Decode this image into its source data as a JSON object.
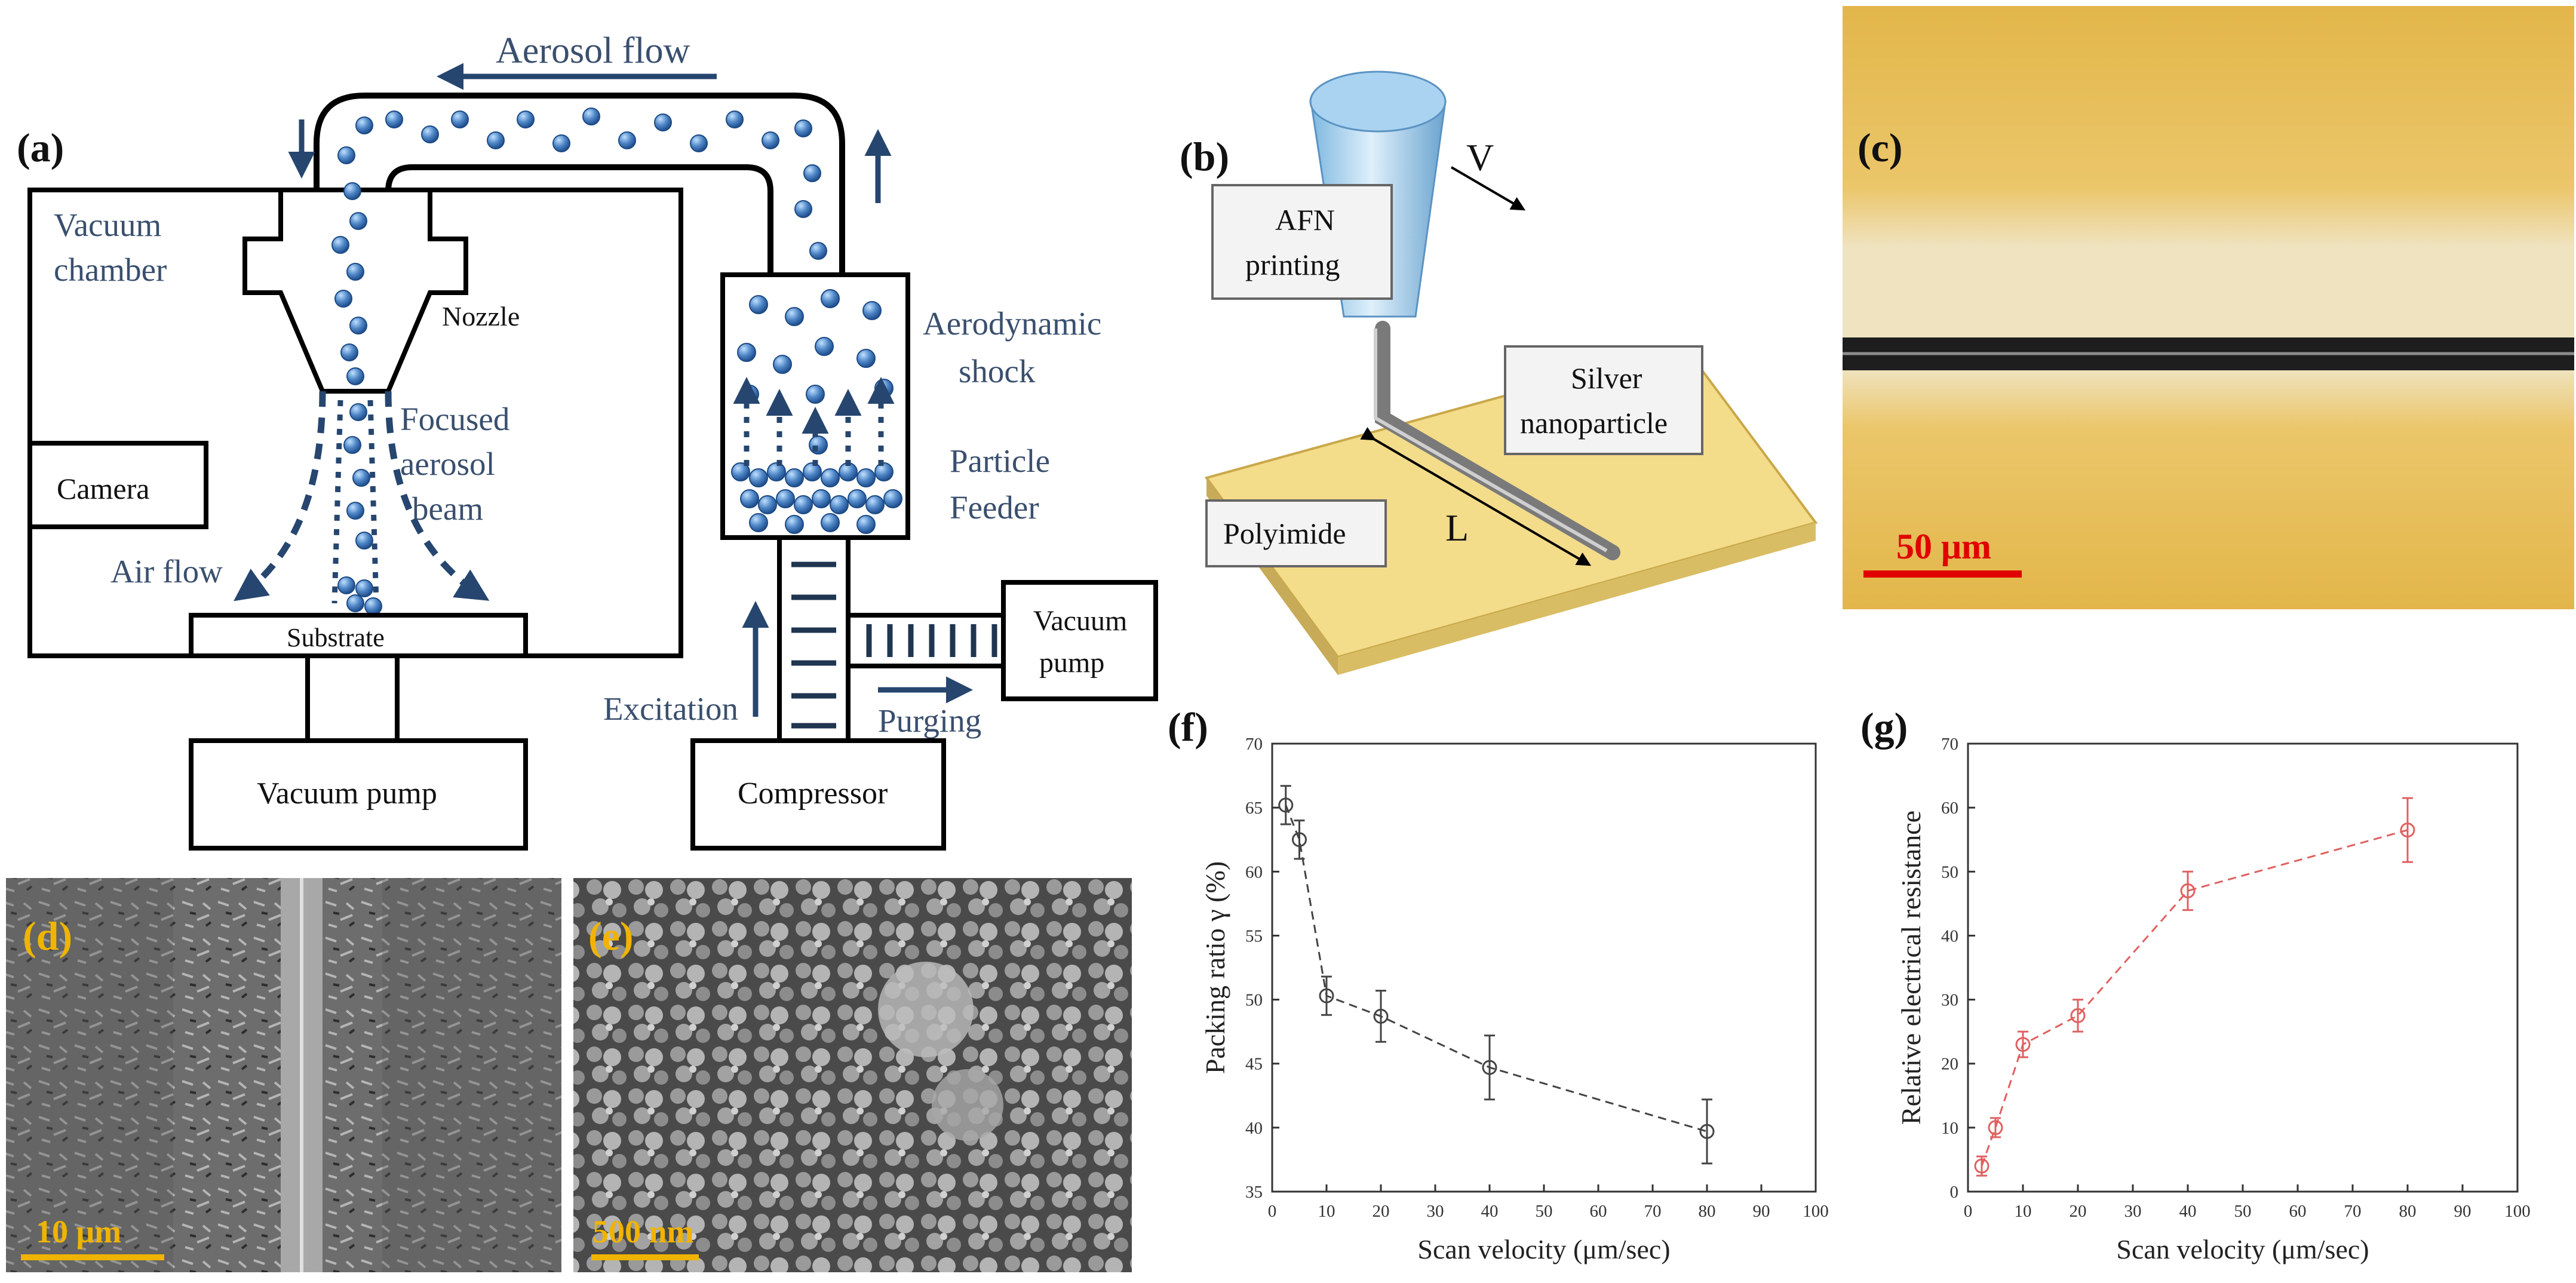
{
  "panel_a": {
    "label": "(a)",
    "aerosol_flow": "Aerosol flow",
    "vacuum_chamber_l1": "Vacuum",
    "vacuum_chamber_l2": "chamber",
    "nozzle": "Nozzle",
    "focused_l1": "Focused",
    "focused_l2": "aerosol",
    "focused_l3": "beam",
    "camera": "Camera",
    "air_flow": "Air flow",
    "substrate": "Substrate",
    "vacuum_pump_bottom": "Vacuum pump",
    "aero_shock_l1": "Aerodynamic",
    "aero_shock_l2": "shock",
    "feeder_l1": "Particle",
    "feeder_l2": "Feeder",
    "vacuum_pump_right_l1": "Vacuum",
    "vacuum_pump_right_l2": "pump",
    "excitation": "Excitation",
    "purging": "Purging",
    "compressor": "Compressor"
  },
  "panel_b": {
    "label": "(b)",
    "v": "V",
    "afn_l1": "AFN",
    "afn_l2": "printing",
    "silver_l1": "Silver",
    "silver_l2": "nanoparticle",
    "polyimide": "Polyimide",
    "l": "L"
  },
  "panel_c": {
    "label": "(c)",
    "scale": "50 μm"
  },
  "panel_d": {
    "label": "(d)",
    "scale": "10 μm"
  },
  "panel_e": {
    "label": "(e)",
    "scale": "500 nm"
  },
  "colors": {
    "diagram_blue": "#26466f",
    "particle": "#4f86c6",
    "scale_red": "#e00000",
    "scale_gold": "#f0b400",
    "series_f": "#444444",
    "series_g": "#e06060"
  },
  "chart_data": [
    {
      "panel": "(f)",
      "type": "scatter",
      "xlabel": "Scan velocity (μm/sec)",
      "ylabel": "Packing ratio γ (%)",
      "xlim": [
        0,
        100
      ],
      "ylim": [
        35,
        70
      ],
      "xticks": [
        0,
        10,
        20,
        30,
        40,
        50,
        60,
        70,
        80,
        90,
        100
      ],
      "yticks": [
        35,
        40,
        45,
        50,
        55,
        60,
        65,
        70
      ],
      "x": [
        2.5,
        5,
        10,
        20,
        40,
        80
      ],
      "y": [
        65.2,
        62.5,
        50.3,
        48.7,
        44.7,
        39.7
      ],
      "err": [
        1.5,
        1.5,
        1.5,
        2.0,
        2.5,
        2.5
      ],
      "grid": false,
      "line_style": "dashed"
    },
    {
      "panel": "(g)",
      "type": "scatter",
      "xlabel": "Scan velocity (μm/sec)",
      "ylabel": "Relative electrical resistance",
      "xlim": [
        0,
        100
      ],
      "ylim": [
        0,
        70
      ],
      "xticks": [
        0,
        10,
        20,
        30,
        40,
        50,
        60,
        70,
        80,
        90,
        100
      ],
      "yticks": [
        0,
        10,
        20,
        30,
        40,
        50,
        60,
        70
      ],
      "x": [
        2.5,
        5,
        10,
        20,
        40,
        80
      ],
      "y": [
        4,
        10,
        23,
        27.5,
        47,
        56.5
      ],
      "err": [
        1.5,
        1.5,
        2.0,
        2.5,
        3.0,
        5.0
      ],
      "grid": false,
      "line_style": "dashed"
    }
  ]
}
